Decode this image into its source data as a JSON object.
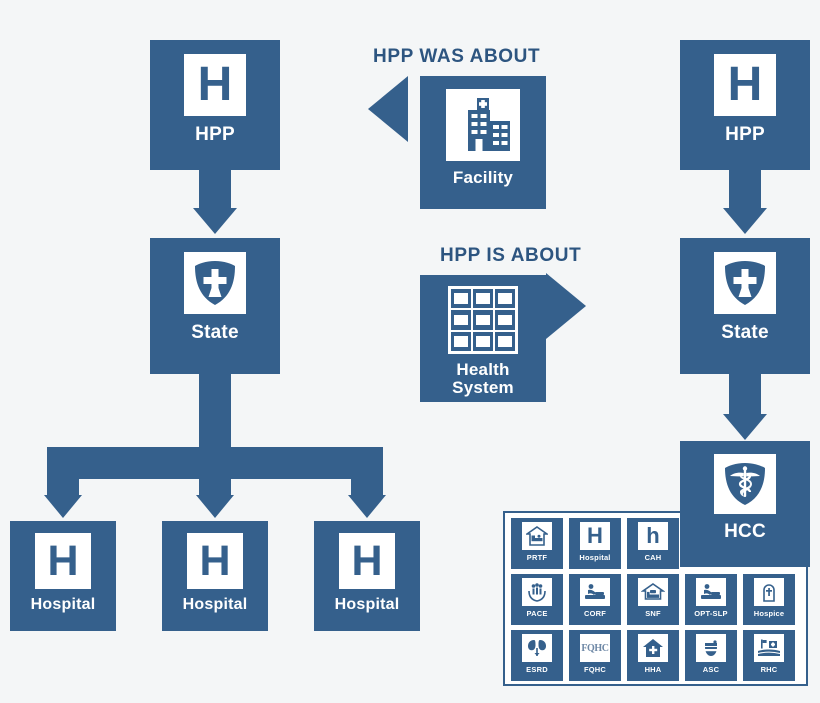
{
  "colors": {
    "background": "#f4f6f7",
    "node_blue": "#35608c",
    "heading_blue": "#2d5580",
    "tile_white": "#ffffff"
  },
  "headings": {
    "was_about": "HPP WAS ABOUT",
    "is_about": "HPP IS ABOUT"
  },
  "left_flow": {
    "hpp": {
      "label": "HPP",
      "icon": "hospital-h-icon"
    },
    "state": {
      "label": "State",
      "icon": "shield-state-icon"
    },
    "hospitals": [
      {
        "label": "Hospital",
        "icon": "hospital-h-icon"
      },
      {
        "label": "Hospital",
        "icon": "hospital-h-icon"
      },
      {
        "label": "Hospital",
        "icon": "hospital-h-icon"
      }
    ]
  },
  "center": {
    "facility": {
      "label": "Facility",
      "icon": "facility-building-icon"
    },
    "health_system": {
      "label": "Health\nSystem",
      "label_line1": "Health",
      "label_line2": "System",
      "icon": "health-system-grid-icon"
    }
  },
  "right_flow": {
    "hpp": {
      "label": "HPP",
      "icon": "hospital-h-icon"
    },
    "state": {
      "label": "State",
      "icon": "shield-state-icon"
    },
    "hcc": {
      "label": "HCC",
      "icon": "shield-caduceus-icon"
    }
  },
  "facility_grid": {
    "rows": [
      [
        {
          "label": "PRTF",
          "icon": "house-bed-icon"
        },
        {
          "label": "Hospital",
          "icon": "capital-h-icon"
        },
        {
          "label": "CAH",
          "icon": "lowercase-h-icon"
        }
      ],
      [
        {
          "label": "PACE",
          "icon": "hands-people-icon"
        },
        {
          "label": "CORF",
          "icon": "therapy-icon"
        },
        {
          "label": "SNF",
          "icon": "house-bed-roof-icon"
        },
        {
          "label": "OPT-SLP",
          "icon": "therapy-icon"
        },
        {
          "label": "Hospice",
          "icon": "headstone-icon"
        }
      ],
      [
        {
          "label": "ESRD",
          "icon": "kidneys-icon"
        },
        {
          "label": "FQHC",
          "icon": "fqhc-text-icon"
        },
        {
          "label": "HHA",
          "icon": "house-plus-icon"
        },
        {
          "label": "ASC",
          "icon": "surgeon-icon"
        },
        {
          "label": "RHC",
          "icon": "rural-clinic-icon"
        }
      ]
    ]
  }
}
